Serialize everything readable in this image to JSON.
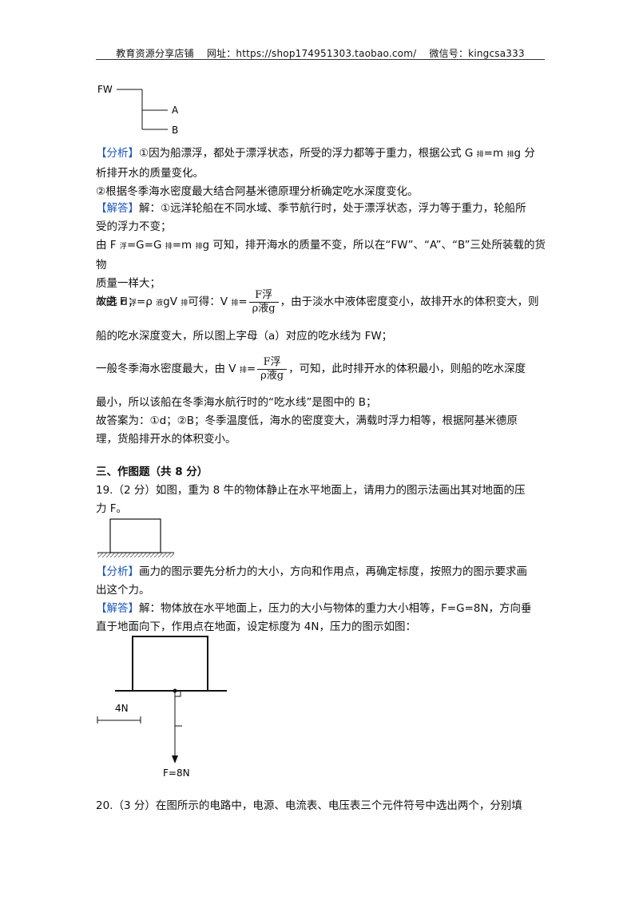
{
  "header": {
    "shop": "教育资源分享店铺",
    "site": "网址：https://shop174951303.taobao.com/",
    "wechat": "微信号：kingcsa333"
  },
  "fig_lines": {
    "fw": "FW",
    "a": "A",
    "b": "B"
  },
  "analysis1": {
    "tag": "【分析】",
    "l1a": "①因为船漂浮，都处于漂浮状态，所受的浮力都等于重力，根据公式 G ",
    "sub1": "排",
    "l1b": "=m ",
    "sub2": "排",
    "l1c": "g 分",
    "l2": "析排开水的质量变化。",
    "l3": "②根据冬季海水密度最大结合阿基米德原理分析确定吃水深度变化。"
  },
  "answer1": {
    "tag": "【解答】",
    "l1": "解：①远洋轮船在不同水域、季节航行时，处于漂浮状态，浮力等于重力，轮船所",
    "l2": "受的浮力不变；",
    "l3a": "由 F ",
    "l3s1": "浮",
    "l3b": "=G=G ",
    "l3s2": "排",
    "l3c": "=m ",
    "l3s3": "排",
    "l3d": "g 可知，排开海水的质量不变，所以在“FW”、“A”、“B”三处所装载的货物",
    "l4": "质量一样大；",
    "l5": "故选 d；",
    "l6a": "②由 F ",
    "l6s1": "浮",
    "l6b": "=ρ ",
    "l6s2": "液",
    "l6c": "gV ",
    "l6s3": "排",
    "l6d": "可得：V ",
    "l6s4": "排",
    "l6e": "=",
    "frac_num": "F浮",
    "frac_den": "ρ液g",
    "l6f": "，由于淡水中液体密度变小，故排开水的体积变大，则",
    "l7": "船的吃水深度变大，所以图上字母（a）对应的吃水线为 FW；",
    "l8a": "一般冬季海水密度最大，由 V ",
    "l8s1": "排",
    "l8b": "=",
    "l8c": "，可知，此时排开水的体积最小，则船的吃水深度",
    "l9": "最小，所以该船在冬季海水航行时的“吃水线”是图中的 B；",
    "l10": "故答案为：①d；②B；冬季温度低，海水的密度变大，满载时浮力相等，根据阿基米德原",
    "l11": "理，货船排开水的体积变小。"
  },
  "section3": {
    "title": "三、作图题（共 8 分）",
    "q19a": "19.（2 分）如图，重为 8 牛的物体静止在水平地面上，请用力的图示法画出其对地面的压",
    "q19b": "力 F。"
  },
  "analysis2": {
    "tag": "【分析】",
    "l1": "画力的图示要先分析力的大小，方向和作用点，再确定标度，按照力的图示要求画",
    "l2": "出这个力。"
  },
  "answer2": {
    "tag": "【解答】",
    "l1": "解：物体放在水平地面上，压力的大小与物体的重力大小相等，F=G=8N，方向垂",
    "l2": "直于地面向下，作用点在地面，设定标度为 4N，压力的图示如图："
  },
  "fig_force": {
    "scale": "4N",
    "force": "F=8N"
  },
  "q20": "20.（3 分）在图所示的电路中，电源、电流表、电压表三个元件符号中选出两个，分别填"
}
